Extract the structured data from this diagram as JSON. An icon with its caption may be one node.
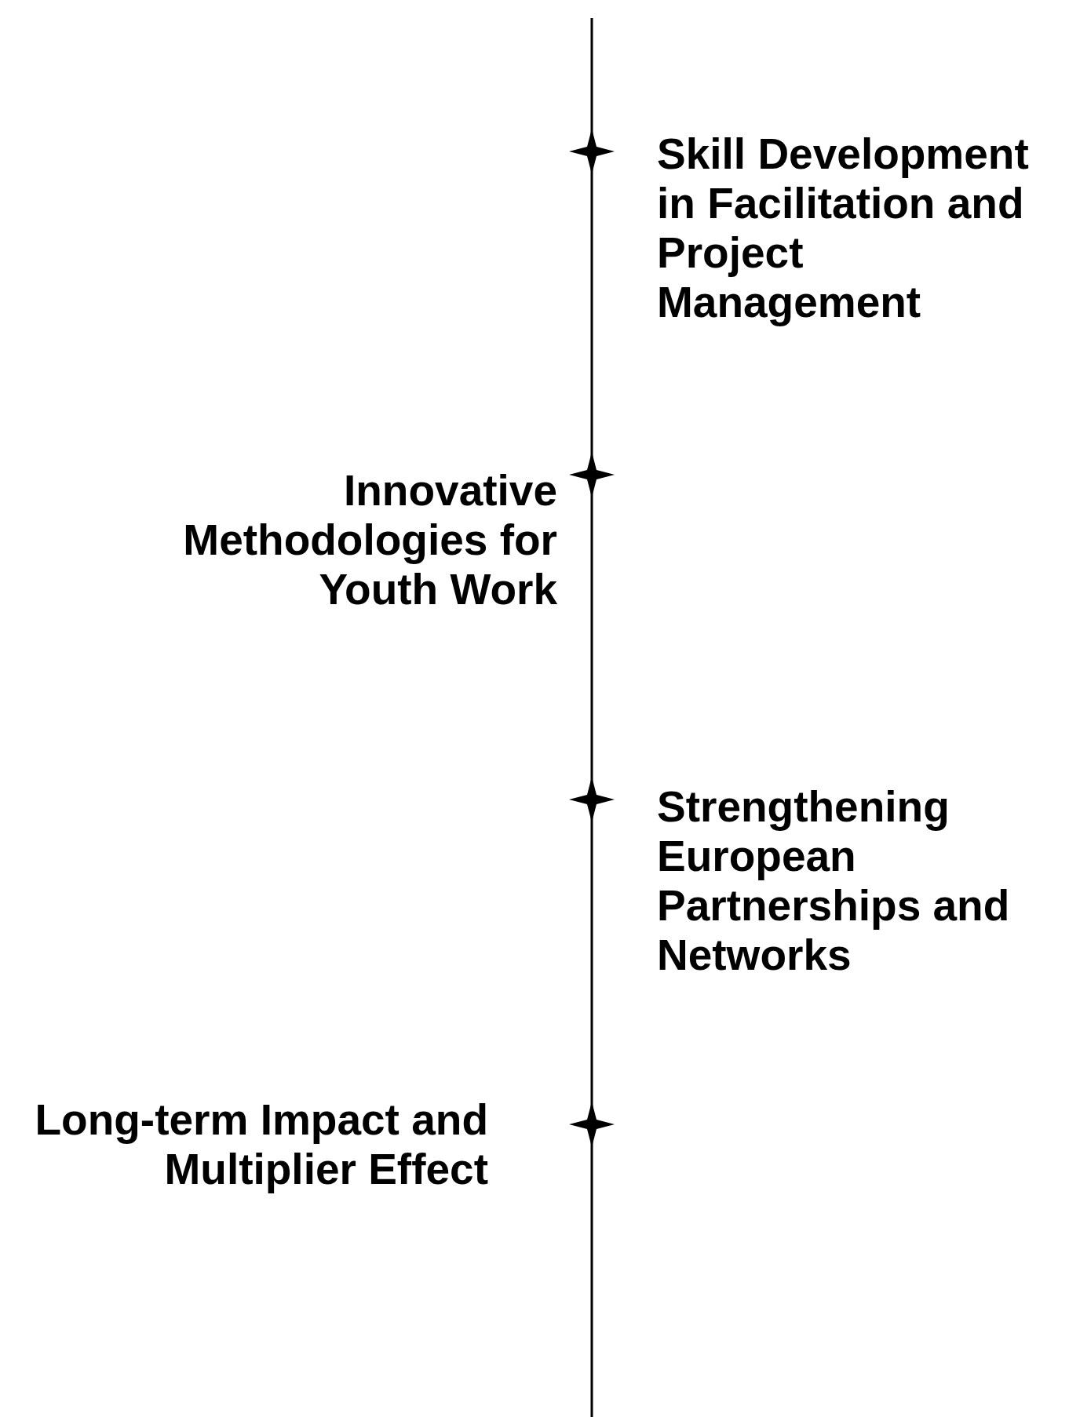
{
  "diagram": {
    "labels": [
      "Skill Development in Facilitation and Project Management",
      "Innovative Methodologies for Youth Work",
      "Strengthening European Partnerships and Networks",
      "Long-term Impact and Multiplier Effect"
    ]
  }
}
